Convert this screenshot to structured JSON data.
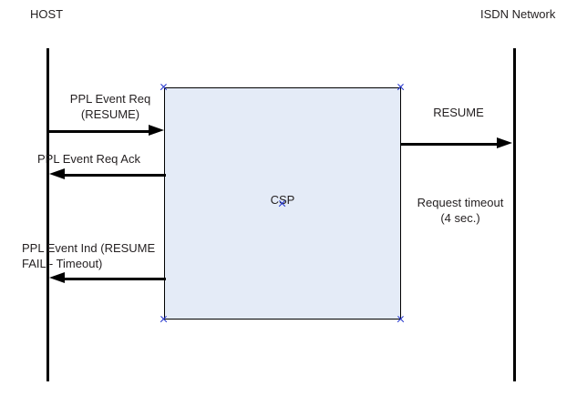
{
  "diagram": {
    "type": "sequence-diagram",
    "title": "ISDN RESUME request timeout sequence"
  },
  "participants": {
    "left": {
      "label": "HOST"
    },
    "right": {
      "label": "ISDN Network"
    }
  },
  "process_box": {
    "label": "CSP",
    "fill_color": "#e4ebf7",
    "border_color": "#000000"
  },
  "handles": {
    "icon": "selection-handle-x",
    "color": "#2233cc"
  },
  "messages": [
    {
      "id": "ppl-event-req",
      "label": "PPL Event Req\n(RESUME)",
      "from": "HOST",
      "to": "CSP",
      "direction": "right"
    },
    {
      "id": "ppl-event-req-ack",
      "label": "PPL Event Req Ack",
      "from": "CSP",
      "to": "HOST",
      "direction": "left"
    },
    {
      "id": "ppl-event-ind",
      "label": "PPL Event Ind (RESUME\nFAIL - Timeout)",
      "from": "CSP",
      "to": "HOST",
      "direction": "left"
    },
    {
      "id": "resume",
      "label": "RESUME",
      "from": "CSP",
      "to": "ISDN Network",
      "direction": "right"
    }
  ],
  "annotations": [
    {
      "id": "request-timeout",
      "label": "Request timeout\n(4 sec.)"
    }
  ]
}
